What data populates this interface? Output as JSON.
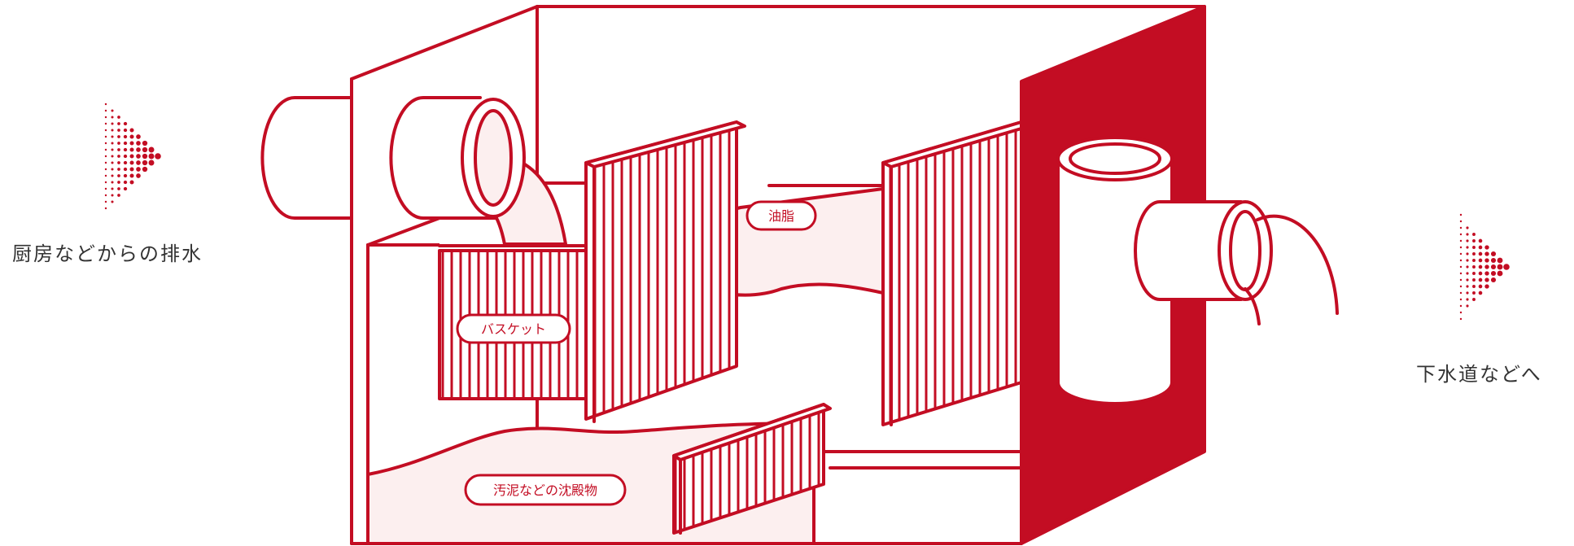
{
  "colors": {
    "accent": "#c30d23",
    "fill_light": "#fcefef",
    "text": "#333333",
    "background": "#ffffff"
  },
  "labels": {
    "inflow": "厨房などからの排水",
    "outflow": "下水道などへ",
    "oil": "油脂",
    "basket": "バスケット",
    "sludge": "汚泥などの沈殿物"
  },
  "icons": {
    "inflow_arrow": "dotted-triangle-arrow-icon",
    "outflow_arrow": "dotted-triangle-arrow-icon"
  }
}
